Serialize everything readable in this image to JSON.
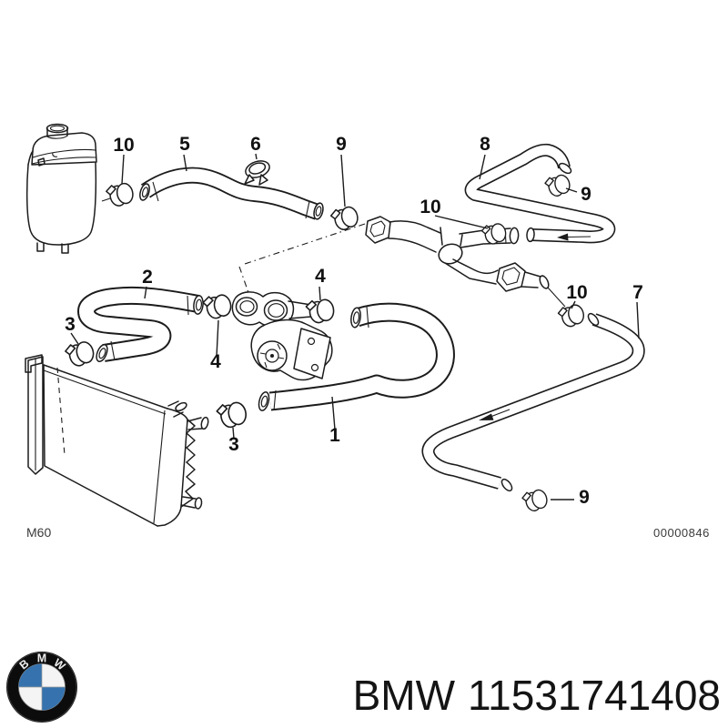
{
  "page": {
    "background": "#ffffff",
    "line_color": "#1c1c1c"
  },
  "diagram": {
    "engine_code": "M60",
    "image_number": "00000846",
    "callouts": [
      {
        "label": "10"
      },
      {
        "label": "5"
      },
      {
        "label": "6"
      },
      {
        "label": "9"
      },
      {
        "label": "8"
      },
      {
        "label": "9"
      },
      {
        "label": "10"
      },
      {
        "label": "2"
      },
      {
        "label": "4"
      },
      {
        "label": "10"
      },
      {
        "label": "7"
      },
      {
        "label": "3"
      },
      {
        "label": "4"
      },
      {
        "label": "1"
      },
      {
        "label": "3"
      },
      {
        "label": "9"
      }
    ]
  },
  "footer": {
    "brand": "BMW",
    "part_number": "11531741408",
    "logo_letters": [
      "B",
      "M",
      "W"
    ],
    "logo_colors": {
      "blue": "#3673ae",
      "black": "#0c0c0c",
      "white": "#f4f4f4"
    }
  }
}
